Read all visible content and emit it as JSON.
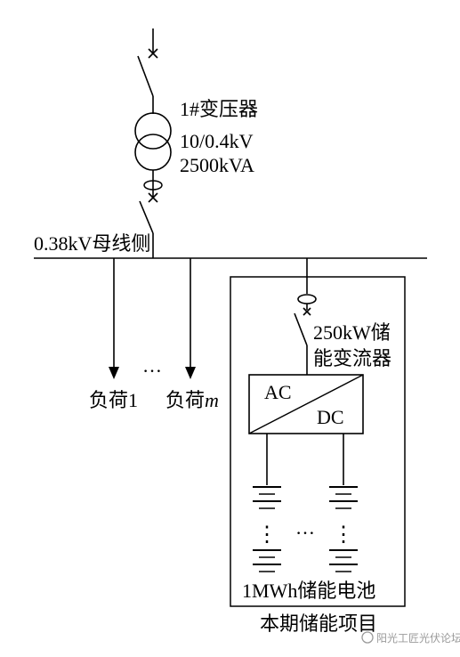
{
  "transformer": {
    "name": "1#变压器",
    "voltage": "10/0.4kV",
    "capacity": "2500kVA"
  },
  "bus": {
    "label": "0.38kV母线侧"
  },
  "loads": {
    "load1": "负荷1",
    "ellipsis": "…",
    "loadm_prefix": "负荷",
    "loadm_var": "m"
  },
  "converter": {
    "label_line1": "250kW储",
    "label_line2": "能变流器",
    "ac": "AC",
    "dc": "DC"
  },
  "battery": {
    "label": "1MWh储能电池",
    "v_dots": "⋮",
    "h_dots": "…"
  },
  "project": {
    "label": "本期储能项目"
  },
  "watermark": {
    "text": "阳光工匠光伏论坛"
  }
}
